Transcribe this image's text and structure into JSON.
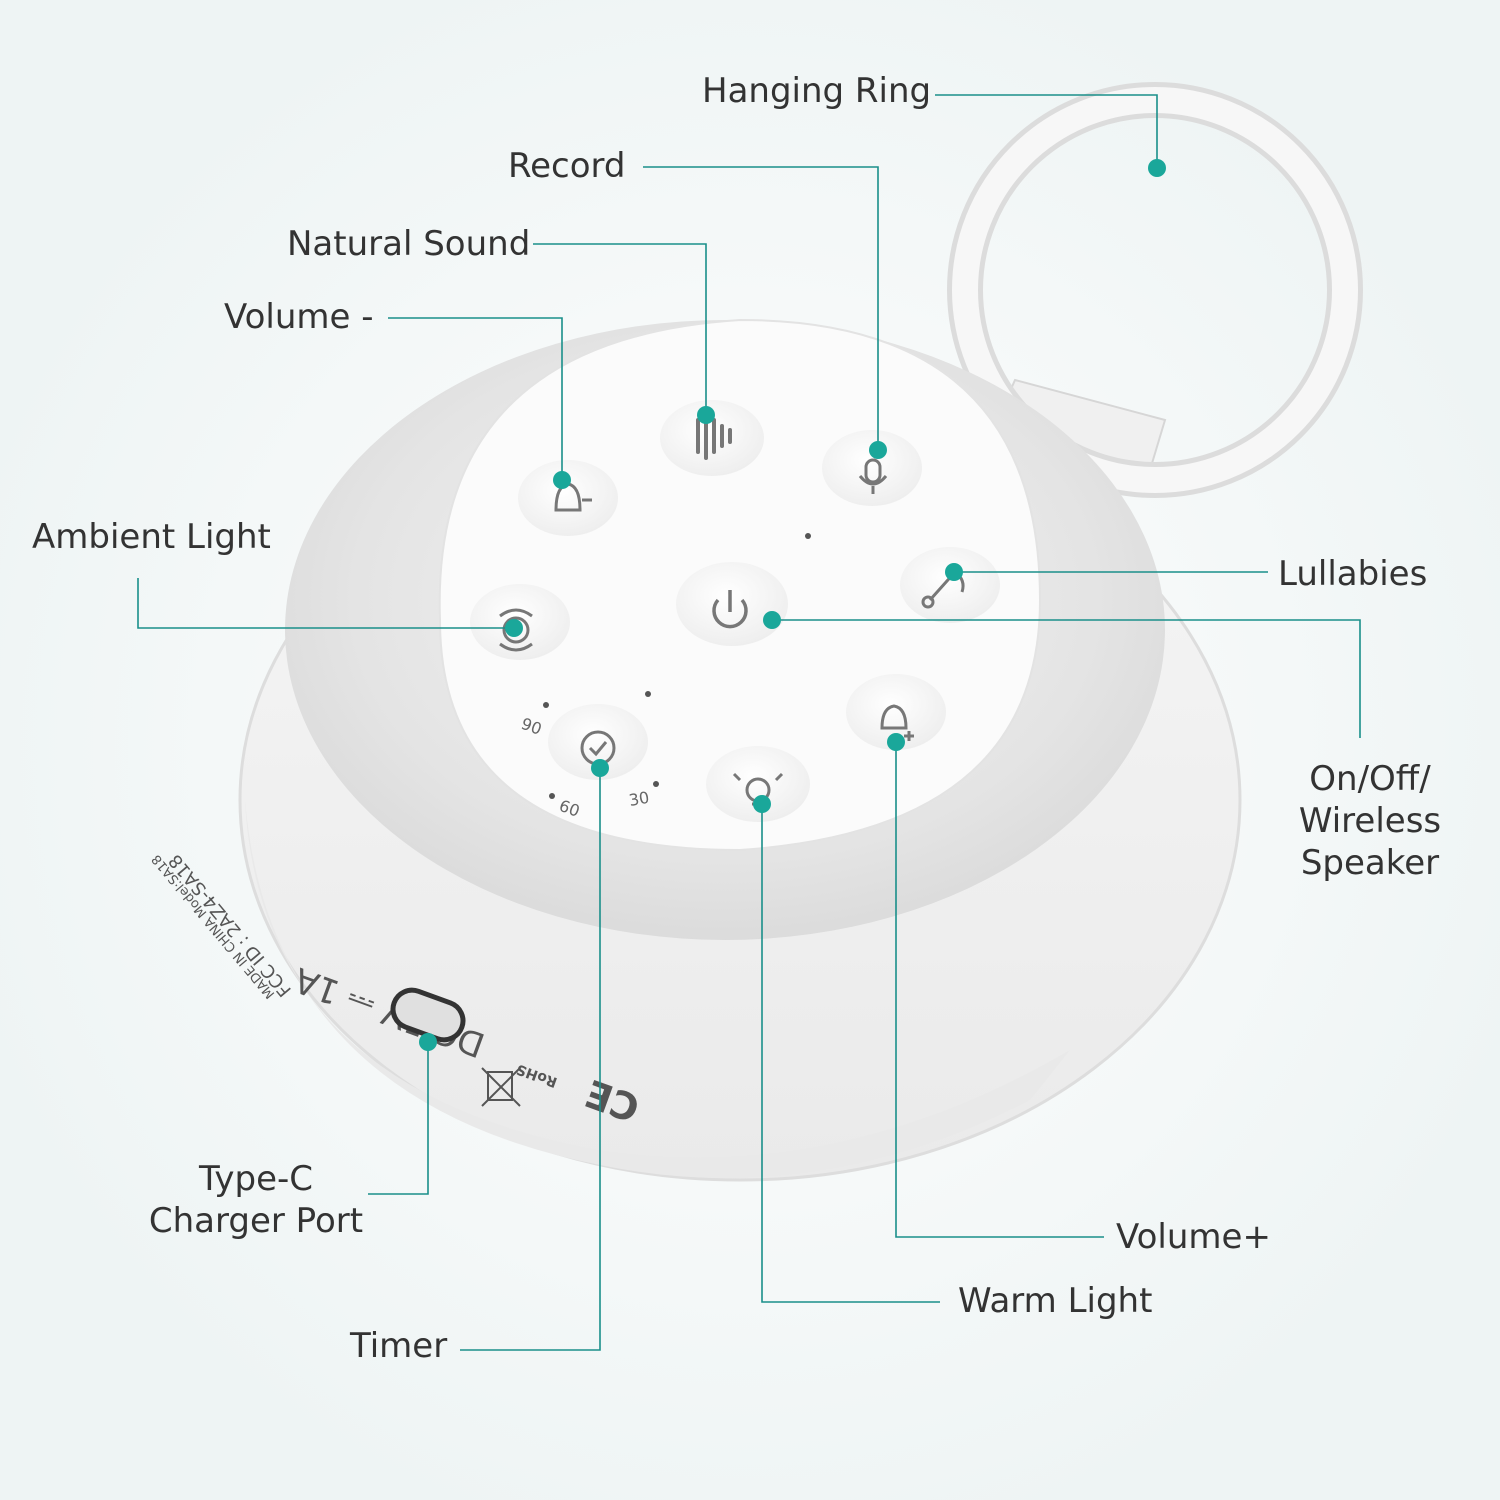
{
  "colors": {
    "accent": "#1aa79a",
    "leader": "#1a8f8a",
    "body": "#f4f4f4",
    "panel": "#ffffff",
    "text": "#333333"
  },
  "labels": {
    "hanging_ring": "Hanging Ring",
    "record": "Record",
    "natural_sound": "Natural Sound",
    "volume_minus": "Volume -",
    "ambient_light": "Ambient Light",
    "lullabies": "Lullabies",
    "on_off_line1": "On/Off/",
    "on_off_line2": "Wireless Speaker",
    "type_c_line1": "Type-C",
    "type_c_line2": "Charger Port",
    "volume_plus": "Volume+",
    "warm_light": "Warm Light",
    "timer": "Timer"
  },
  "device_markings": {
    "timer_90": "90",
    "timer_60": "60",
    "timer_30": "30",
    "dc_rating": "DC 5V ⎓ 1A",
    "fcc_id": "FCC ID : 2AZ4-SA18",
    "made_in": "MADE IN CHINA Model:SA18",
    "ce": "CE",
    "rohs": "RoHS"
  },
  "icons": {
    "natural_sound": "waveform-icon",
    "record": "microphone-icon",
    "volume_minus": "bell-minus-icon",
    "lullabies": "music-note-icon",
    "ambient_light": "ambient-light-icon",
    "power": "power-icon",
    "timer": "clock-check-icon",
    "warm_light": "bulb-icon",
    "volume_plus": "bell-plus-icon"
  }
}
